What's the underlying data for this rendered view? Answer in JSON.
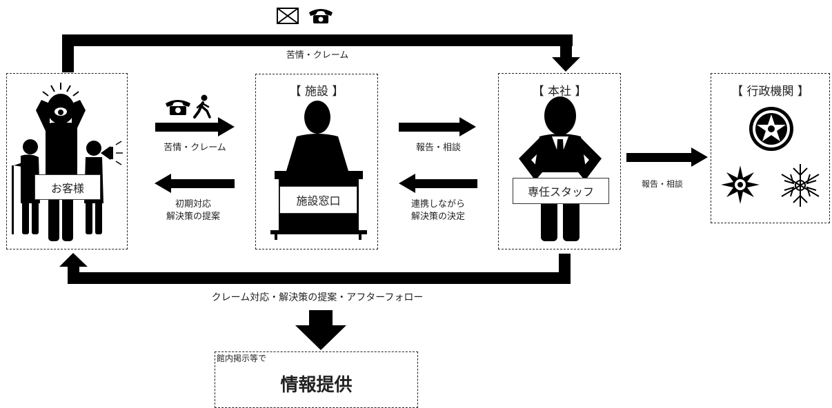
{
  "top_flow": {
    "icons": [
      "envelope-icon",
      "telephone-icon"
    ],
    "label": "苦情・クレーム"
  },
  "customer": {
    "tag": "お客様"
  },
  "facility": {
    "title": "【 施設 】",
    "tag": "施設窓口"
  },
  "head_office": {
    "title": "【 本社 】",
    "tag": "専任スタッフ"
  },
  "government": {
    "title": "【 行政機関 】"
  },
  "flows": {
    "customer_to_facility": {
      "label": "苦情・クレーム",
      "icons": [
        "telephone-icon",
        "walking-person-icon"
      ]
    },
    "facility_to_customer": {
      "line1": "初期対応",
      "line2": "解決策の提案"
    },
    "facility_to_office": {
      "label": "報告・相談"
    },
    "office_to_facility": {
      "line1": "連携しながら",
      "line2": "解決策の決定"
    },
    "office_to_government": {
      "label": "報告・相談"
    }
  },
  "bottom_flow": {
    "label": "クレーム対応・解決策の提案・アフターフォロー"
  },
  "info_box": {
    "note": "館内掲示等で",
    "title": "情報提供"
  }
}
